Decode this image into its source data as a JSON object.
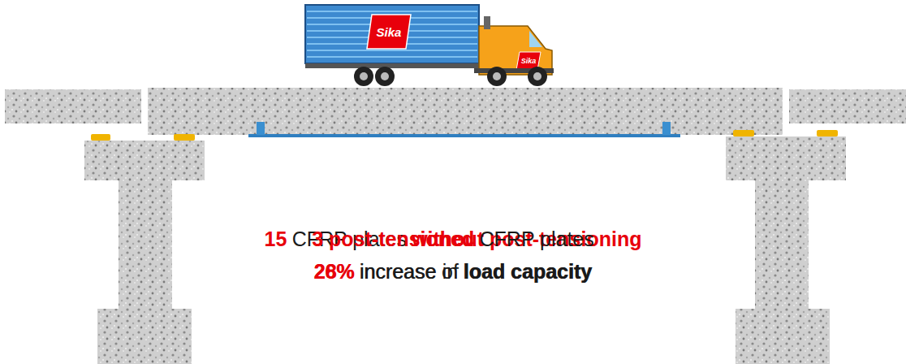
{
  "diagram": {
    "labels": [
      "Sika",
      "Sika",
      "15",
      "CFRP plates",
      "without post-tensioning",
      "3 post-tensioned",
      "CFRP plates",
      "26%",
      "increase of",
      "load capacity",
      "28%",
      "increase in",
      "load capacity"
    ]
  }
}
